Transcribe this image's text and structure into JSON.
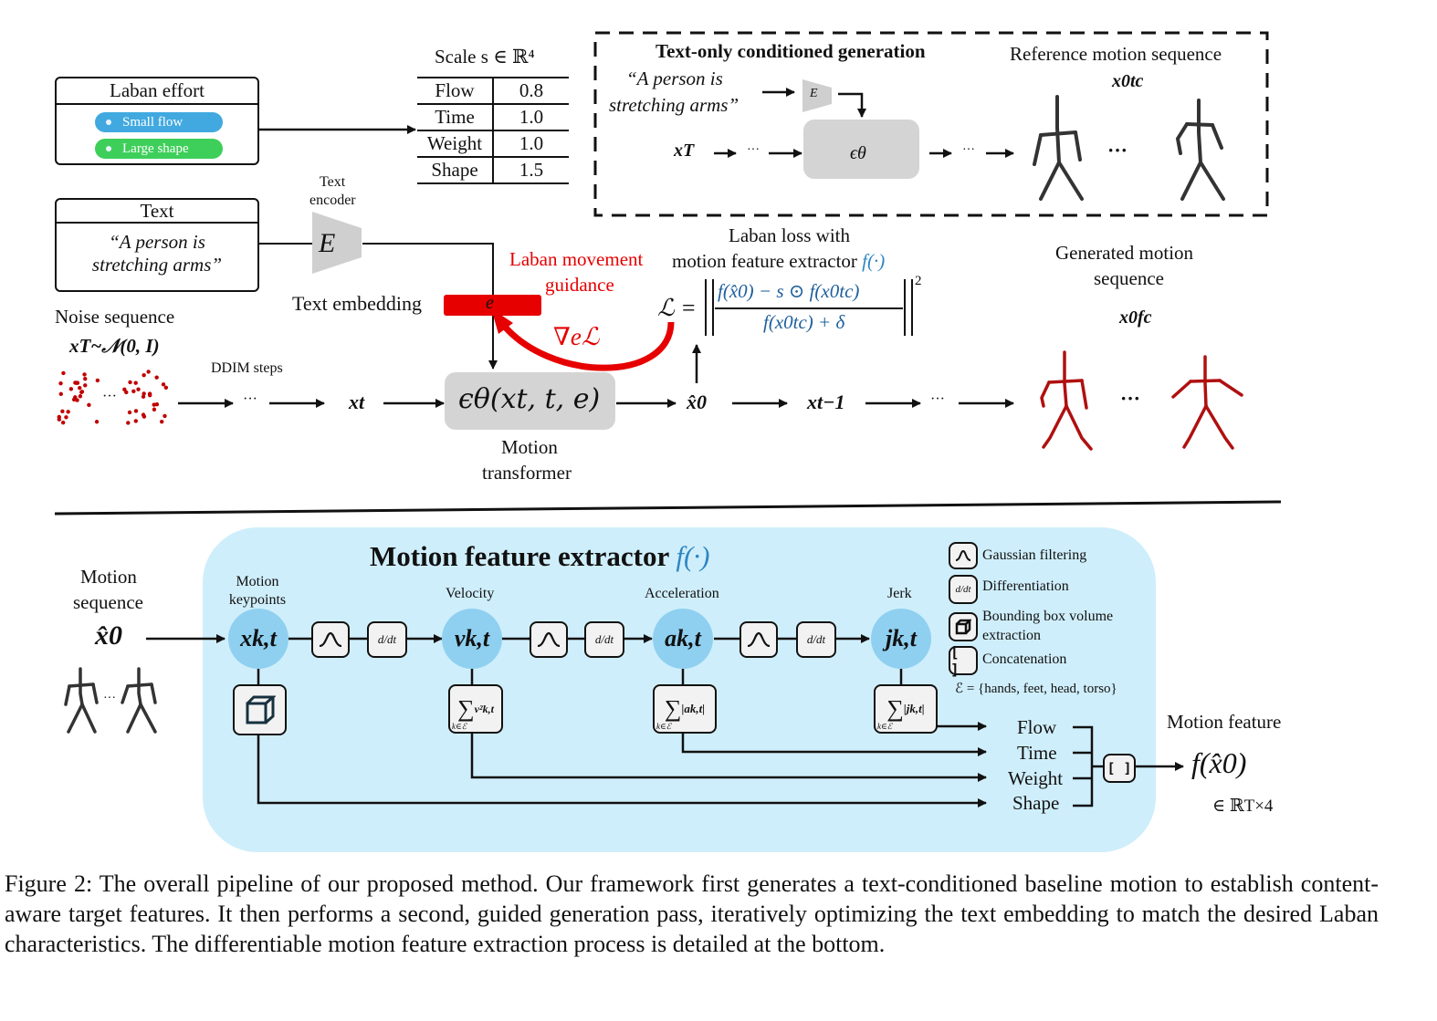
{
  "top": {
    "laban_effort": {
      "title": "Laban effort",
      "tags": [
        {
          "label": "Small flow",
          "color": "#41a9e0"
        },
        {
          "label": "Large shape",
          "color": "#3ecf5a"
        }
      ]
    },
    "scale_table": {
      "title": "Scale s ∈ ℝ⁴",
      "rows": [
        {
          "name": "Flow",
          "value": "0.8"
        },
        {
          "name": "Time",
          "value": "1.0"
        },
        {
          "name": "Weight",
          "value": "1.0"
        },
        {
          "name": "Shape",
          "value": "1.5"
        }
      ]
    },
    "text_box": {
      "title": "Text",
      "prompt_line1": "“A person is",
      "prompt_line2": "stretching arms”"
    },
    "text_encoder": {
      "label_line1": "Text",
      "label_line2": "encoder",
      "symbol": "E"
    },
    "text_embedding": {
      "label": "Text embedding",
      "symbol": "e",
      "color": "#e60000"
    },
    "guidance": {
      "label_line1": "Laban movement",
      "label_line2": "guidance",
      "gradient": "∇eℒ",
      "color": "#e60000"
    },
    "noise": {
      "label": "Noise  sequence",
      "formula": "xT~𝒩(0, I)",
      "dot_color": "#c00000"
    },
    "ddim_label": "DDIM steps",
    "x_t": "xt",
    "denoiser": {
      "formula": "ϵθ(xt, t, e)",
      "label_line1": "Motion",
      "label_line2": "transformer"
    },
    "x0_hat": "x̂0",
    "x_t_minus_1": "xt−1",
    "ellipsis": "···",
    "loss": {
      "title_line1": "Laban loss with",
      "title_line2": "motion feature extractor",
      "f_symbol": "f(·)",
      "lhs": "ℒ =",
      "numerator": "f(x̂0)  − s ⊙ f(x0tc)",
      "denominator": "f(x0tc) + δ",
      "power": "2",
      "accent": "#2e86c1"
    },
    "generated": {
      "title_line1": "Generated motion",
      "title_line2": "sequence",
      "symbol": "x0fc",
      "color": "#b01010"
    },
    "text_only": {
      "title": "Text-only conditioned generation",
      "prompt_line1": "“A person is",
      "prompt_line2": "stretching arms”",
      "encoder": "E",
      "x_T": "xT",
      "denoiser": "ϵθ",
      "reference_title": "Reference motion sequence",
      "reference_symbol": "x0tc"
    }
  },
  "bottom": {
    "input": {
      "title_line1": "Motion",
      "title_line2": "sequence",
      "symbol": "x̂0"
    },
    "title": "Motion feature extractor",
    "title_f": "f(·)",
    "nodes": [
      {
        "label": "Motion keypoints",
        "symbol": "xk,t"
      },
      {
        "label": "Velocity",
        "symbol": "vk,t"
      },
      {
        "label": "Acceleration",
        "symbol": "ak,t"
      },
      {
        "label": "Jerk",
        "symbol": "jk,t"
      }
    ],
    "diff_label": "d/dt",
    "sums": [
      {
        "expr": "v²k,t",
        "sub": "k∈ℰ"
      },
      {
        "expr": "|ak,t|",
        "sub": "k∈ℰ"
      },
      {
        "expr": "|jk,t|",
        "sub": "k∈ℰ"
      }
    ],
    "legend": [
      {
        "icon": "gaussian-filter-icon",
        "label": "Gaussian filtering"
      },
      {
        "icon": "differentiation-icon",
        "label": "Differentiation"
      },
      {
        "icon": "bounding-box-icon",
        "label_line1": "Bounding box volume",
        "label_line2": "extraction"
      },
      {
        "icon": "concatenation-icon",
        "label": "Concatenation"
      }
    ],
    "epsilon_set": "ℰ = {hands, feet, head, torso}",
    "outputs": [
      "Flow",
      "Time",
      "Weight",
      "Shape"
    ],
    "concat_symbol": "[ ]",
    "feature": {
      "title": "Motion feature",
      "symbol": "f(x̂0)",
      "space": "∈ ℝT×4"
    },
    "bg_color": "#cfeefb",
    "bubble_color": "#8fd0f0"
  },
  "caption": "Figure 2: The overall pipeline of our proposed method. Our framework first generates a text-conditioned baseline motion to establish content-aware target features. It then performs a second, guided generation pass, iteratively optimizing the text embedding to match the desired Laban characteristics. The differentiable motion feature extraction process is detailed at the bottom."
}
